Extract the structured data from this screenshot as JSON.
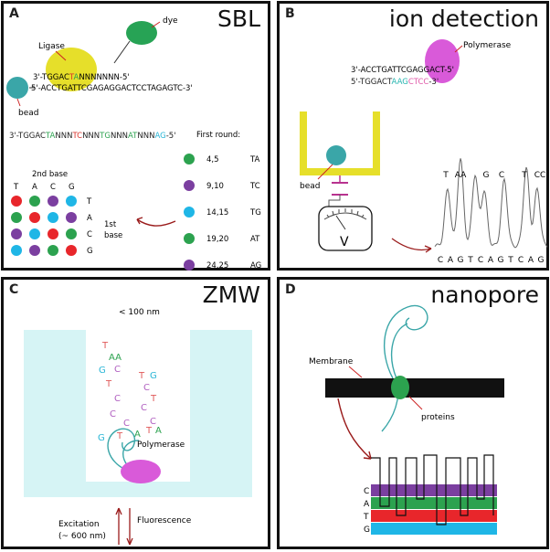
{
  "panels": {
    "A": {
      "letter": "A",
      "title": "SBL",
      "ligase": "Ligase",
      "dye": "dye",
      "bead": "bead",
      "probe": [
        "3'-TGGAC",
        "T",
        "A",
        "NNNNNNN-5'"
      ],
      "template": "5'-ACCTGATTCGAGAGGACTCCTAGAGTC-3'",
      "long_seq": [
        {
          "t": "3'-TGGAC",
          "c": "#222"
        },
        {
          "t": "TA",
          "c": "#2ca24f"
        },
        {
          "t": "NNN",
          "c": "#222"
        },
        {
          "t": "TC",
          "c": "#d9332b"
        },
        {
          "t": "NNN",
          "c": "#222"
        },
        {
          "t": "TG",
          "c": "#2ca24f"
        },
        {
          "t": "NNN",
          "c": "#222"
        },
        {
          "t": "AT",
          "c": "#2ca24f"
        },
        {
          "t": "NNN",
          "c": "#222"
        },
        {
          "t": "AG",
          "c": "#28b5d6"
        },
        {
          "t": "-5'",
          "c": "#222"
        }
      ],
      "first_round": "First round:",
      "rounds": [
        {
          "pos": "4,5",
          "pair": "TA",
          "color": "#2ca24f"
        },
        {
          "pos": "9,10",
          "pair": "TC",
          "color": "#7b3fa0"
        },
        {
          "pos": "14,15",
          "pair": "TG",
          "color": "#1fb6e6"
        },
        {
          "pos": "19,20",
          "pair": "AT",
          "color": "#2ca24f"
        },
        {
          "pos": "24,25",
          "pair": "AG",
          "color": "#7b3fa0"
        }
      ],
      "second_base": "2nd base",
      "first_base": [
        "1st",
        "base"
      ],
      "cols": [
        "T",
        "A",
        "C",
        "G"
      ],
      "rows": [
        "T",
        "A",
        "C",
        "G"
      ],
      "grid": [
        [
          "#e8262b",
          "#2ca24f",
          "#7b3fa0",
          "#1fb6e6"
        ],
        [
          "#2ca24f",
          "#e8262b",
          "#1fb6e6",
          "#7b3fa0"
        ],
        [
          "#7b3fa0",
          "#1fb6e6",
          "#e8262b",
          "#2ca24f"
        ],
        [
          "#1fb6e6",
          "#7b3fa0",
          "#2ca24f",
          "#e8262b"
        ]
      ]
    },
    "B": {
      "letter": "B",
      "title": "ion detection",
      "polymerase": "Polymerase",
      "strand1": "3'-ACCTGATTCGAGGACT-5'",
      "strand2": [
        {
          "t": "5'-TGGACT",
          "c": "#222"
        },
        {
          "t": "AAG",
          "c": "#27b5b0"
        },
        {
          "t": "CTCC",
          "c": "#e05aa8"
        },
        {
          "t": "-3'",
          "c": "#222"
        }
      ],
      "bead": "bead",
      "meter_label": "V",
      "peak_labels": [
        "T",
        "AA",
        "G",
        "C",
        "T",
        "CC"
      ],
      "base_seq": [
        "C",
        "A",
        "G",
        "T",
        "C",
        "A",
        "G",
        "T",
        "C",
        "A",
        "G"
      ]
    },
    "C": {
      "letter": "C",
      "title": "ZMW",
      "size_label": "< 100 nm",
      "polymerase": "Polymerase",
      "excitation": [
        "Excitation",
        "(~ 600 nm)"
      ],
      "fluorescence": "Fluorescence",
      "nucleotides": [
        {
          "t": "T",
          "c": "#e05a5a"
        },
        {
          "t": "AA",
          "c": "#2ca24f"
        },
        {
          "t": "G",
          "c": "#28b5d6"
        },
        {
          "t": "C",
          "c": "#b05ec0"
        },
        {
          "t": "T",
          "c": "#e05a5a"
        },
        {
          "t": "C",
          "c": "#b05ec0"
        },
        {
          "t": "C",
          "c": "#b05ec0"
        },
        {
          "t": "C",
          "c": "#b05ec0"
        },
        {
          "t": "T",
          "c": "#e05a5a"
        },
        {
          "t": "G",
          "c": "#28b5d6"
        },
        {
          "t": "A",
          "c": "#2ca24f"
        },
        {
          "t": "T",
          "c": "#e05a5a"
        },
        {
          "t": "G",
          "c": "#28b5d6"
        },
        {
          "t": "C",
          "c": "#b05ec0"
        },
        {
          "t": "T",
          "c": "#e05a5a"
        },
        {
          "t": "C",
          "c": "#b05ec0"
        },
        {
          "t": "C",
          "c": "#b05ec0"
        },
        {
          "t": "T",
          "c": "#e05a5a"
        },
        {
          "t": "A",
          "c": "#2ca24f"
        }
      ]
    },
    "D": {
      "letter": "D",
      "title": "nanopore",
      "membrane": "Membrane",
      "proteins": "proteins",
      "bands": [
        {
          "label": "C",
          "color": "#7b3fa0"
        },
        {
          "label": "A",
          "color": "#2ca24f"
        },
        {
          "label": "T",
          "color": "#e8262b"
        },
        {
          "label": "G",
          "color": "#1fb6e6"
        }
      ]
    }
  }
}
